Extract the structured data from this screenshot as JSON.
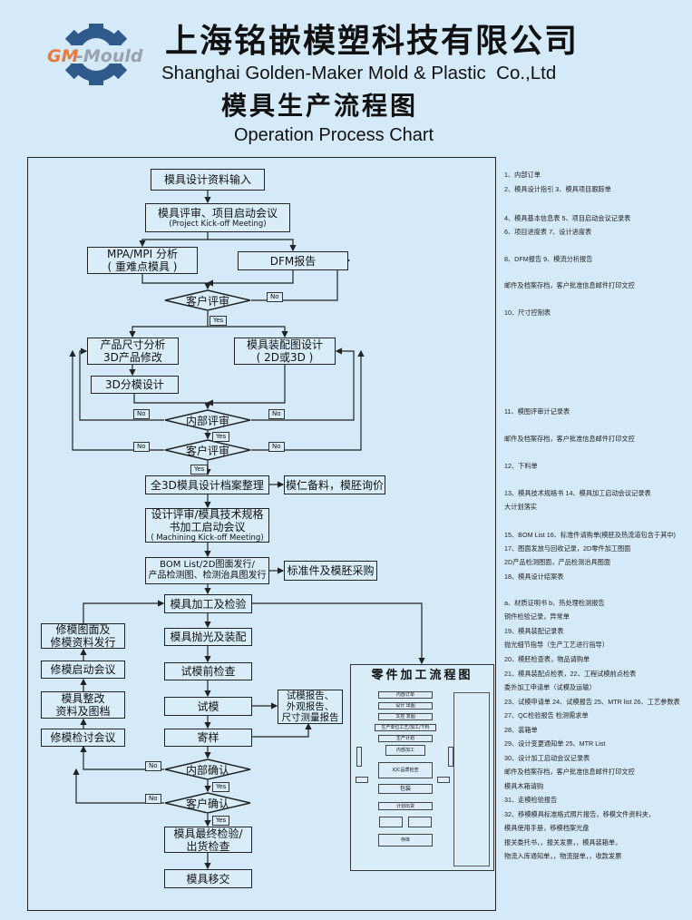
{
  "header": {
    "logo_text": "GM-Mould",
    "company_cn": "上海铭嵌模塑科技有限公司",
    "company_en": "Shanghai Golden-Maker Mold & Plastic  Co.,Ltd",
    "title_cn": "模具生产流程图",
    "title_en": "Operation Process Chart",
    "colors": {
      "logo_gear": "#2f5b8c",
      "logo_gm": "#e8793a",
      "logo_mould": "#9aa3ad",
      "background": "#d5eaf8"
    }
  },
  "flow": {
    "design_input": "模具设计资料输入",
    "kickoff": "模具评审、项目启动会议",
    "kickoff_en": "(Project Kick-off Meeting)",
    "mpa": "MPA/MPI 分析",
    "mpa_sub": "( 重难点模具 )",
    "dfm": "DFM报告",
    "customer_review_1": "客户评审",
    "product_size": "产品尺寸分析",
    "product_3d": "3D产品修改",
    "assembly": "模具装配图设计",
    "assembly_sub": "( 2D或3D )",
    "split_3d": "3D分模设计",
    "internal_review": "内部评审",
    "customer_review_2": "客户评审",
    "archive_3d": "全3D模具设计档案整理",
    "core_material": "模仁备料，模胚询价",
    "spec_review_1": "设计评审/模具技术规格",
    "spec_review_2": "书加工启动会议",
    "spec_review_en": "( Machining Kick-off Meeting)",
    "bom_1": "BOM List/2D图面发行/",
    "bom_2": "产品检测图、检测治具图发行",
    "std_parts": "标准件及模胚采购",
    "machining": "模具加工及检验",
    "polish": "模具抛光及装配",
    "pre_trial": "试模前检查",
    "trial": "试模",
    "trial_report_1": "试模报告、",
    "trial_report_2": "外观报告、",
    "trial_report_3": "尺寸测量报告",
    "sample": "寄样",
    "internal_confirm": "内部确认",
    "customer_confirm": "客户确认",
    "final_inspect_1": "模具最终检验/",
    "final_inspect_2": "出货检查",
    "handover": "模具移交",
    "repair_drawing_1": "修模图面及",
    "repair_drawing_2": "修模资料发行",
    "repair_kickoff": "修模启动会议",
    "rectify_1": "模具整改",
    "rectify_2": "资料及图档",
    "repair_review": "修模检讨会议",
    "yes": "Yes",
    "no": "No"
  },
  "inset": {
    "title": "零件加工流程图",
    "steps": [
      "内部订单",
      "设计 出图",
      "文控 发图",
      "生产单位工艺/加工/下料",
      "生产计划",
      "内部加工",
      "IQC品质检查",
      "包装",
      "计划出货",
      "存库"
    ]
  },
  "notes": [
    "1、内部订单",
    "2、模具设计指引      3、模具项目跟踪单",
    "4、模具基本信息表  5、项目启动会议记录表",
    "6、项目进度表         7、设计进度表",
    "8、DFM报告           9、模流分析报告",
    "邮件及档案存档，客户批准信息邮件打印文控",
    "10、尺寸控制表",
    "11、模图评审计记录表",
    "邮件及档案存档，客户批准信息邮件打印文控",
    "12、下料单",
    "13、模具技术规格书  14、模具加工启动会议记录表",
    "大计划落实",
    "15、BOM List   16、标准件请购单(模胚及热流道包含于其中)",
    "17、图面发放与回收记录，2D零件加工图面",
    "2D产品检测图面，产品检测治具图面",
    "18、模具设计结案表",
    "a、材质证明书  b、热处理检测报告",
    "铜件检验记录，异常单",
    "19、模具装配记录表",
    "抛光细节指导（生产工艺进行指导）",
    "20、模胚检查表，物品请购单",
    "21、模具装配点检表，22、工程试模前点检表",
    "委外加工申请单（试模及运输）",
    "23、试模申请单 24、试模报告 25、MTR list  26、工艺参数表",
    "27、QC检验报告 检测需求单",
    "28、装箱单",
    "29、设计变更通知单  25、MTR List",
    "30、设计加工启动会议记录表",
    "邮件及档案存档，客户批准信息邮件打印文控",
    "模具木箱请购",
    "31、走模检验报告",
    "32、移模模具标准格式照片报告，移模文件资料夹，",
    "模具使用手册，移模档案光盘",
    "报关委托书，，报关发票，，模具装箱单，",
    "物流入库通知单，，物流提单，，收款发票"
  ]
}
